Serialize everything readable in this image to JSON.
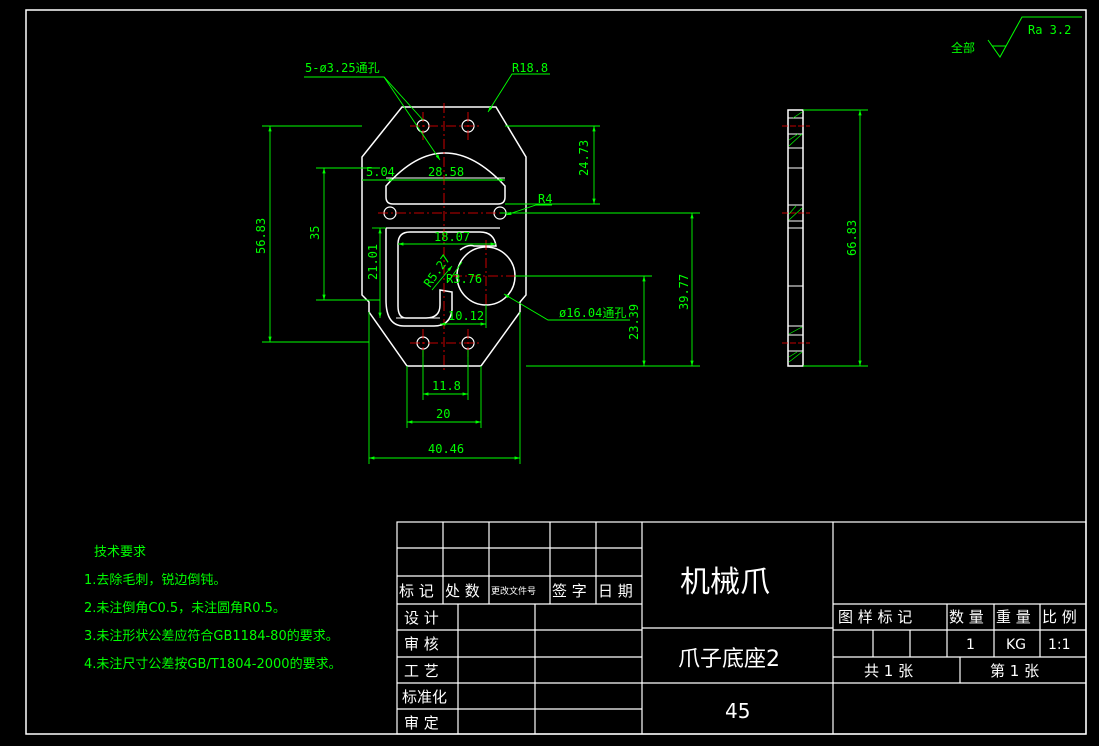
{
  "roughness": {
    "label": "全部",
    "value": "Ra 3.2"
  },
  "front_view": {
    "dims": {
      "holes_note": "5-ø3.25通孔",
      "r_top": "R18.8",
      "d_24_73": "24.73",
      "d_5_04": "5.04",
      "d_28_58": "28.58",
      "r4": "R4",
      "d_56_83": "56.83",
      "d_35": "35",
      "d_18_07": "18.07",
      "d_21_01": "21.01",
      "r5_27": "R5.27",
      "r3_76": "R3.76",
      "hole_note": "ø16.04通孔",
      "d_39_77": "39.77",
      "d_23_39": "23.39",
      "d_10_12": "10.12",
      "d_11_8": "11.8",
      "d_20": "20",
      "d_40_46": "40.46"
    }
  },
  "side_view": {
    "dims": {
      "d_66_83": "66.83"
    }
  },
  "tech_requirements": {
    "title": "技术要求",
    "items": [
      "1.去除毛刺，锐边倒钝。",
      "2.未注倒角C0.5，未注圆角R0.5。",
      "3.未注形状公差应符合GB1184-80的要求。",
      "4.未注尺寸公差按GB/T1804-2000的要求。"
    ]
  },
  "title_block": {
    "header": {
      "mark": "标 记",
      "count": "处 数",
      "doc": "更改文件号",
      "sign": "签 字",
      "date": "日 期"
    },
    "roles": [
      "设 计",
      "审 核",
      "工 艺",
      "标准化",
      "审 定"
    ],
    "part_group": "机械爪",
    "part_name": "爪子底座2",
    "material": "45",
    "props_header": {
      "pattern": "图 样 标 记",
      "qty": "数 量",
      "weight": "重 量",
      "scale": "比 例"
    },
    "props": {
      "qty": "1",
      "weight": "KG",
      "scale": "1:1"
    },
    "sheets_total": "共  1  张",
    "sheet_no": "第  1  张"
  }
}
